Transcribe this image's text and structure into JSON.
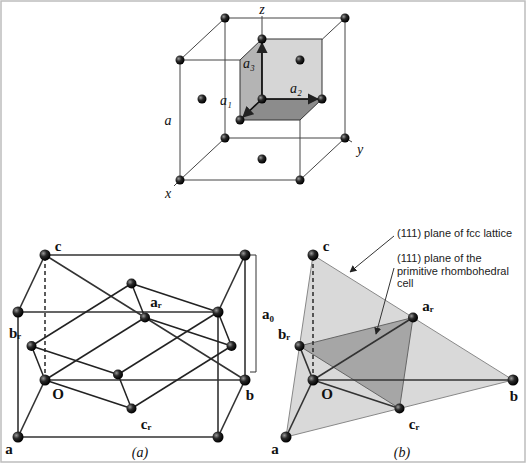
{
  "diagram": {
    "labels": [
      "z",
      "a₁",
      "a₂",
      "a₃",
      "a",
      "x",
      "y",
      "c",
      "aᵣ",
      "a₀",
      "bᵣ",
      "O",
      "b",
      "cᵣ",
      "a",
      "(a)",
      "c",
      "(111) plane of fcc lattice",
      "(111) plane of the primitive rhombohedral cell",
      "aᵣ",
      "bᵣ",
      "O",
      "cᵣ",
      "b",
      "a",
      "(b)"
    ]
  }
}
